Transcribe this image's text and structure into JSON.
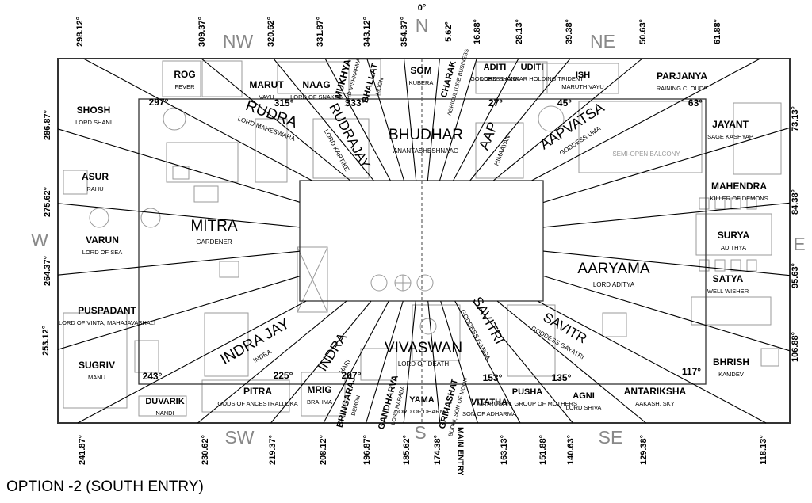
{
  "caption": "OPTION -2 (SOUTH ENTRY)",
  "north_zero": "0°",
  "compass": {
    "N": "N",
    "NE": "NE",
    "E": "E",
    "SE": "SE",
    "S": "S",
    "SW": "SW",
    "W": "W",
    "NW": "NW"
  },
  "bearings": [
    {
      "label": "298.12°",
      "angle": 298.12
    },
    {
      "label": "309.37°",
      "angle": 309.37
    },
    {
      "label": "320.62°",
      "angle": 320.62
    },
    {
      "label": "331.87°",
      "angle": 331.87
    },
    {
      "label": "343.12°",
      "angle": 343.12
    },
    {
      "label": "354.37°",
      "angle": 354.37
    },
    {
      "label": "5.62°",
      "angle": 5.62
    },
    {
      "label": "16.88°",
      "angle": 16.88
    },
    {
      "label": "28.13°",
      "angle": 28.13
    },
    {
      "label": "39.38°",
      "angle": 39.38
    },
    {
      "label": "50.63°",
      "angle": 50.63
    },
    {
      "label": "61.88°",
      "angle": 61.88
    },
    {
      "label": "73.13°",
      "angle": 73.13
    },
    {
      "label": "84.38°",
      "angle": 84.38
    },
    {
      "label": "95.63°",
      "angle": 95.63
    },
    {
      "label": "106.88°",
      "angle": 106.88
    },
    {
      "label": "118.13°",
      "angle": 118.13
    },
    {
      "label": "129.38°",
      "angle": 129.38
    },
    {
      "label": "140.63°",
      "angle": 140.63
    },
    {
      "label": "151.88°",
      "angle": 151.88
    },
    {
      "label": "163.13°",
      "angle": 163.13
    },
    {
      "label": "174.38°",
      "angle": 174.38
    },
    {
      "label": "185.62°",
      "angle": 185.62
    },
    {
      "label": "196.87°",
      "angle": 196.87
    },
    {
      "label": "208.12°",
      "angle": 208.12
    },
    {
      "label": "219.37°",
      "angle": 219.37
    },
    {
      "label": "230.62°",
      "angle": 230.62
    },
    {
      "label": "241.87°",
      "angle": 241.87
    },
    {
      "label": "253.12°",
      "angle": 253.12
    },
    {
      "label": "264.37°",
      "angle": 264.37
    },
    {
      "label": "275.62°",
      "angle": 275.62
    },
    {
      "label": "286.87°",
      "angle": 286.87
    }
  ],
  "inner_degrees": [
    "297°",
    "315°",
    "333°",
    "27°",
    "45°",
    "63°",
    "117°",
    "135°",
    "153°",
    "207°",
    "225°",
    "243°"
  ],
  "outer_zones": [
    {
      "name": "ROG",
      "sub": "FEVER"
    },
    {
      "name": "MARUT",
      "sub": "VAYU"
    },
    {
      "name": "NAAG",
      "sub": "LORD OF SNAKES"
    },
    {
      "name": "MUKHYA",
      "sub": "LORD VISHKARMA"
    },
    {
      "name": "BHALLAT",
      "sub": "MOON"
    },
    {
      "name": "SOM",
      "sub": "KUBERA"
    },
    {
      "name": "CHARAK",
      "sub": "AGRICULTURE BUSINESS"
    },
    {
      "name": "ADITI",
      "sub": "GODDESS LAXMI"
    },
    {
      "name": "UDITI",
      "sub": "LORD SHANKAR HOLDING TRIDENT"
    },
    {
      "name": "ISH",
      "sub": "MARUTH VAYU"
    },
    {
      "name": "PARJANYA",
      "sub": "RAINING CLOUDS"
    },
    {
      "name": "JAYANT",
      "sub": "SAGE KASHYAP"
    },
    {
      "name": "MAHENDRA",
      "sub": "KILLER OF DEMONS"
    },
    {
      "name": "SURYA",
      "sub": "ADITHYA"
    },
    {
      "name": "SATYA",
      "sub": "WELL WISHER"
    },
    {
      "name": "BHRISH",
      "sub": "KAMDEV"
    },
    {
      "name": "ANTARIKSHA",
      "sub": "AAKASH, SKY"
    },
    {
      "name": "AGNI",
      "sub": "LORD SHIVA"
    },
    {
      "name": "PUSHA",
      "sub": "MATRUGAN, GROUP OF MOTHERS"
    },
    {
      "name": "VITATHA",
      "sub": "SON OF ADHARMA"
    },
    {
      "name": "GRIHASHAT",
      "sub": "BUDHI, SON OF MOON"
    },
    {
      "name": "YAMA",
      "sub": "LORD OF DHARMA"
    },
    {
      "name": "GANDHARVA",
      "sub": "LORD NARADA"
    },
    {
      "name": "BRINGARAJ",
      "sub": "DEMON"
    },
    {
      "name": "MRIG",
      "sub": "BRAHMA"
    },
    {
      "name": "PITRA",
      "sub": "GODS OF ANCESTRALLOKA"
    },
    {
      "name": "DUVARIK",
      "sub": "NANDI"
    },
    {
      "name": "SUGRIV",
      "sub": "MANU"
    },
    {
      "name": "PUSPADANT",
      "sub": "LORD OF VINTA, MAHAJAVASHALI"
    },
    {
      "name": "VARUN",
      "sub": "LORD OF SEA"
    },
    {
      "name": "ASUR",
      "sub": "RAHU"
    },
    {
      "name": "SHOSH",
      "sub": "LORD SHANI"
    }
  ],
  "inner_zones": [
    {
      "name": "RUDRA",
      "sub": "LORD MAHESWARA"
    },
    {
      "name": "RUDRAJAY",
      "sub": "LORD KARTIKE"
    },
    {
      "name": "BHUDHAR",
      "sub": "ANANTASHESHNAAG"
    },
    {
      "name": "AAP",
      "sub": "HIMAAYAN"
    },
    {
      "name": "AAPVATSA",
      "sub": "GODDESS UMA"
    },
    {
      "name": "MITRA",
      "sub": "GARDENER"
    },
    {
      "name": "AARYAMA",
      "sub": "LORD ADITYA"
    },
    {
      "name": "SAVITRI",
      "sub": "GODDESS GANGA"
    },
    {
      "name": "SAVITR",
      "sub": "GODDESS GAYATRI"
    },
    {
      "name": "VIVASWAN",
      "sub": "LORD OF DEATH"
    },
    {
      "name": "INDRA",
      "sub": "HARI"
    },
    {
      "name": "INDRA JAY",
      "sub": "INDRA"
    }
  ],
  "balcony": "SEMI-OPEN BALCONY",
  "entry": "MAIN ENTRY"
}
